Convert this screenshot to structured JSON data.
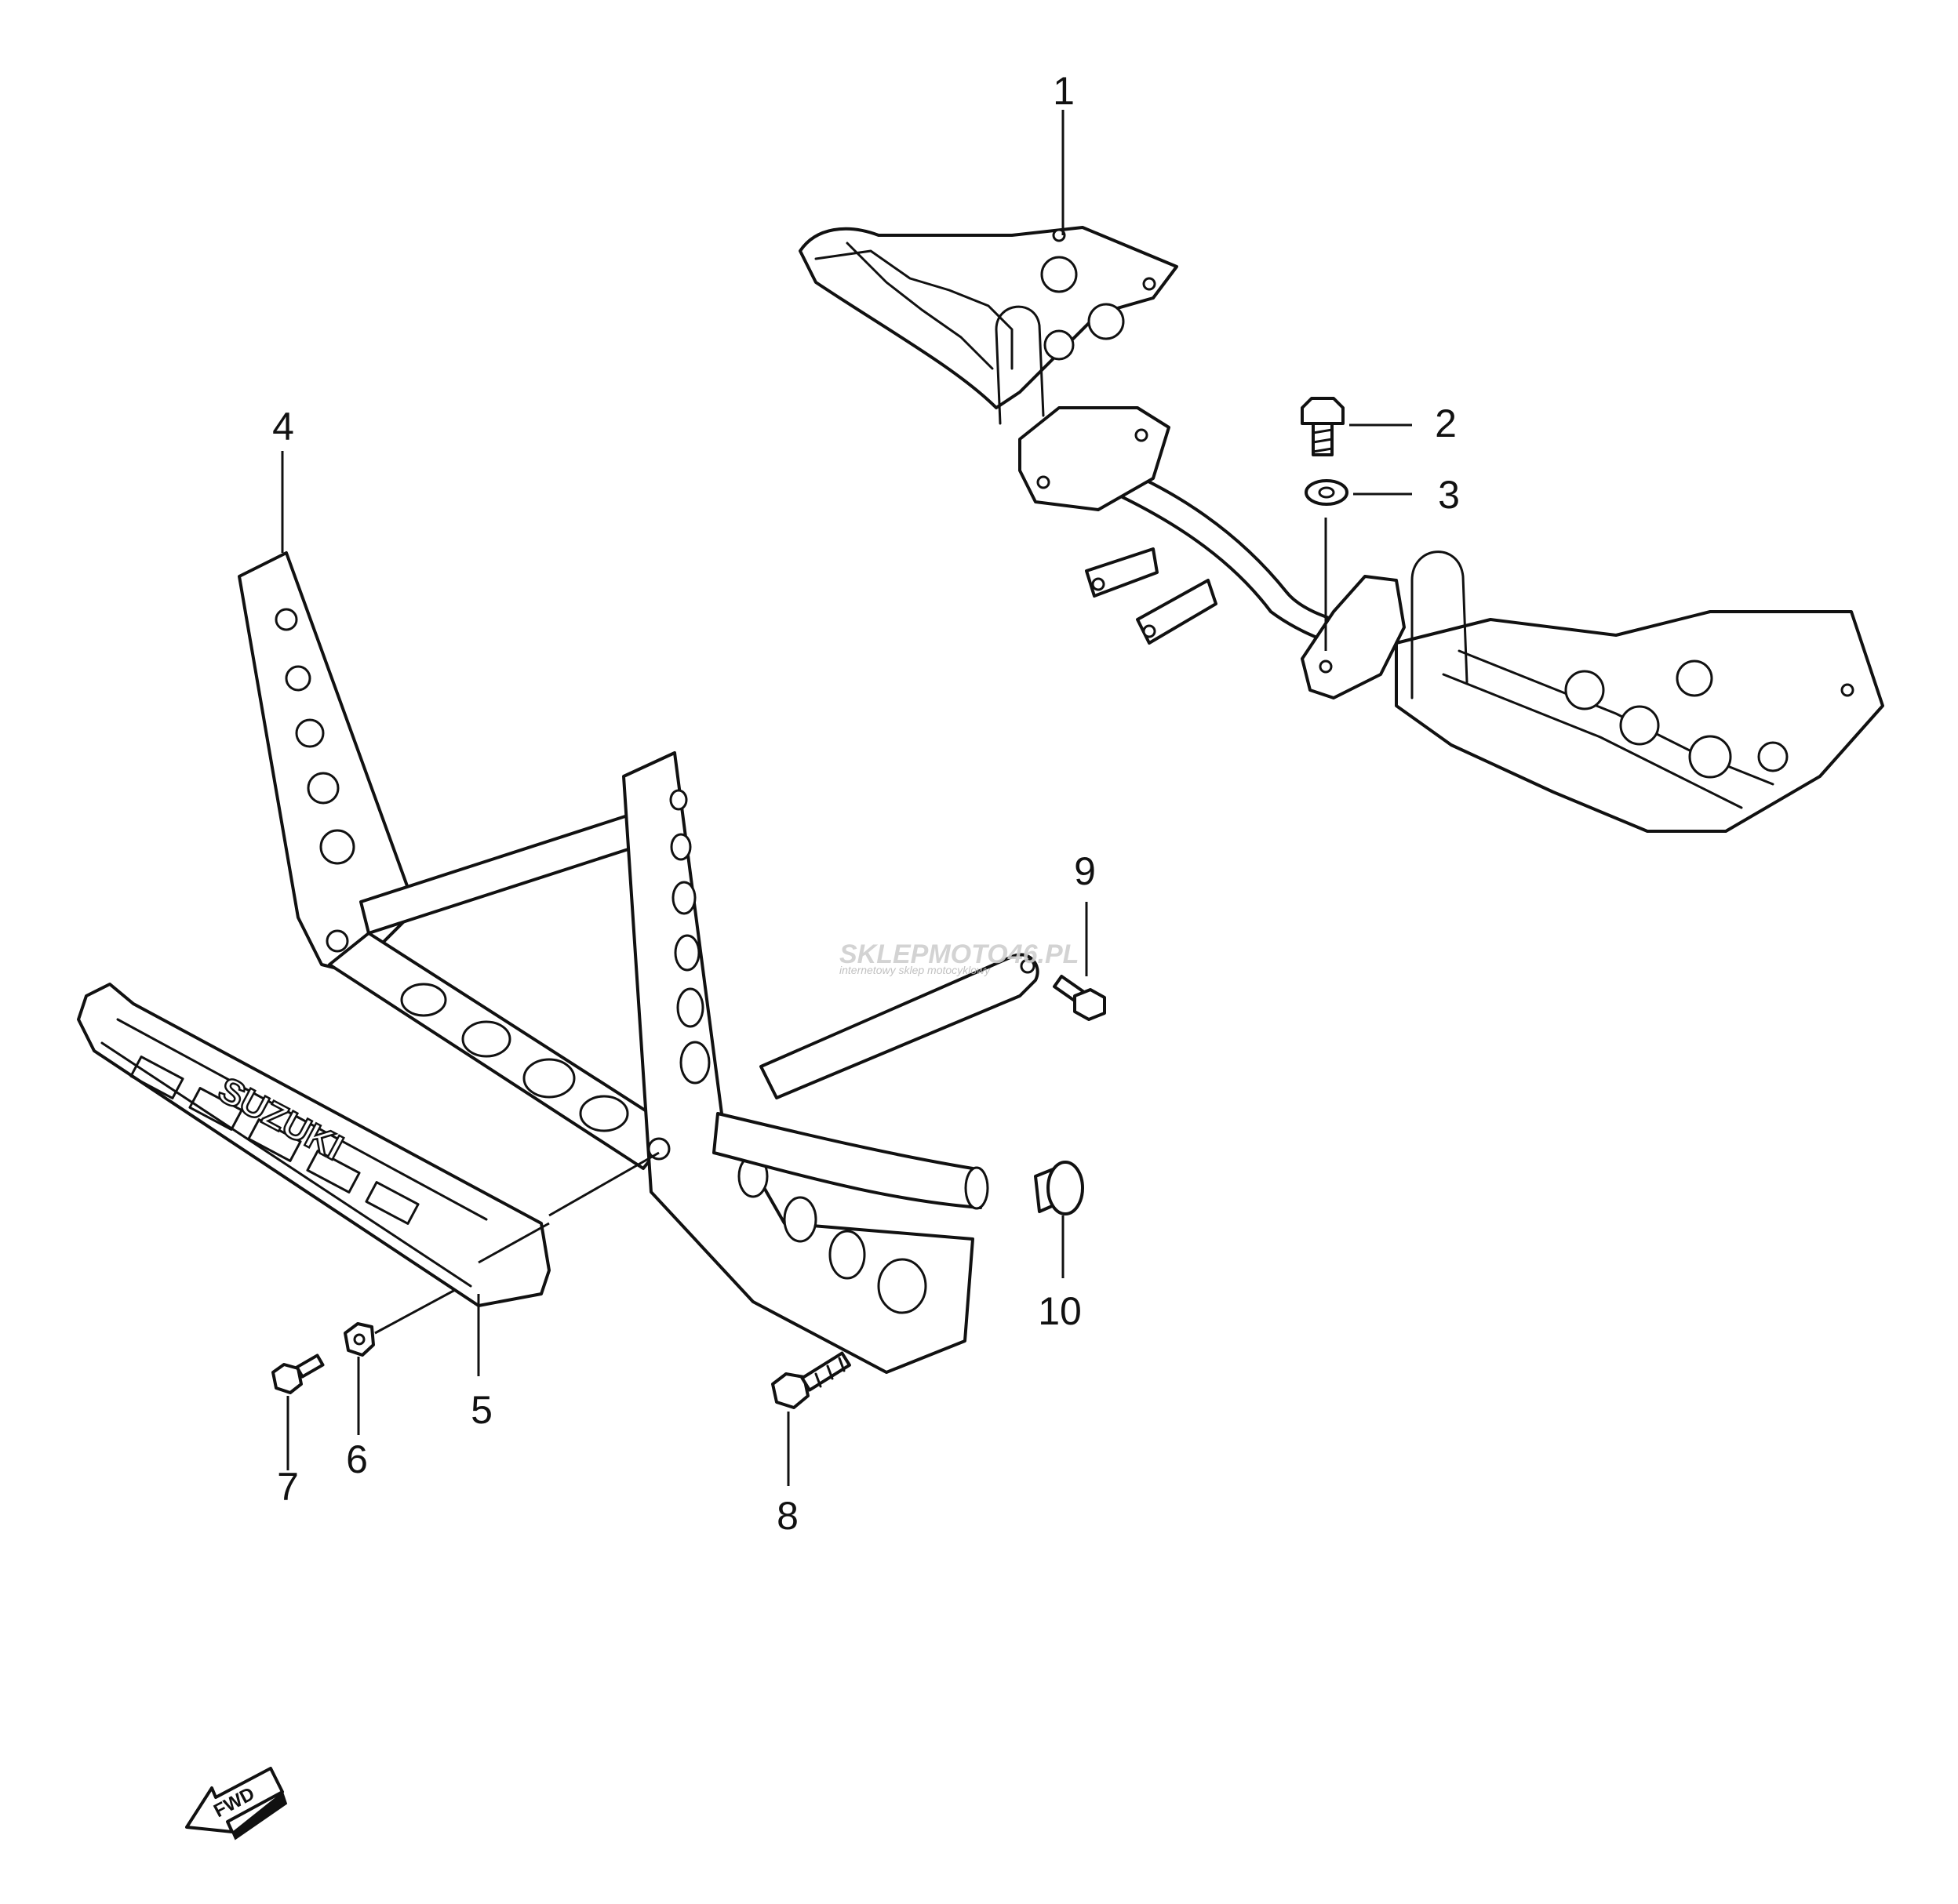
{
  "callouts": {
    "c1": "1",
    "c2": "2",
    "c3": "3",
    "c4": "4",
    "c5": "5",
    "c6": "6",
    "c7": "7",
    "c8": "8",
    "c9": "9",
    "c10": "10"
  },
  "emboss_text": "SUZUKI",
  "direction_arrow_label": "FWD",
  "watermark": {
    "text": "SKLEPMOTO46.PL",
    "subtext": "internetowy sklep motocyklowy",
    "color_text": "#cfcfcf",
    "color_accent": "#f2a0a0"
  }
}
